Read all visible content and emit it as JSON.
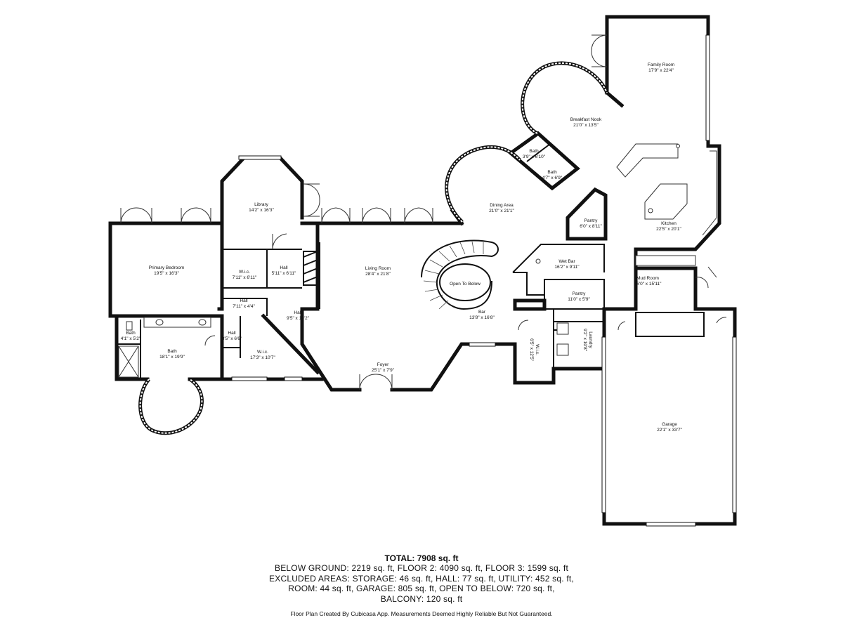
{
  "rooms": {
    "family_room": {
      "name": "Family Room",
      "dim": "17'9\" x 22'4\""
    },
    "breakfast_nook": {
      "name": "Breakfast Nook",
      "dim": "21'0\" x 13'5\""
    },
    "bath_a": {
      "name": "Bath",
      "dim": "3'9\" x 6'10\""
    },
    "bath_b": {
      "name": "Bath",
      "dim": "4'7\" x 6'9\""
    },
    "library": {
      "name": "Library",
      "dim": "14'2\" x 16'3\""
    },
    "dining_area": {
      "name": "Dining Area",
      "dim": "21'0\" x 21'1\""
    },
    "pantry_a": {
      "name": "Pantry",
      "dim": "6'0\" x 8'11\""
    },
    "kitchen": {
      "name": "Kitchen",
      "dim": "22'5\" x 20'1\""
    },
    "primary_bedroom": {
      "name": "Primary Bedroom",
      "dim": "19'5\" x 16'3\""
    },
    "wic_a": {
      "name": "W.i.c.",
      "dim": "7'11\" x 6'11\""
    },
    "hall_a": {
      "name": "Hall",
      "dim": "5'11\" x 6'11\""
    },
    "living_room": {
      "name": "Living Room",
      "dim": "28'4\" x 21'8\""
    },
    "open_below": {
      "name": "Open To Below",
      "dim": ""
    },
    "wet_bar": {
      "name": "Wet Bar",
      "dim": "16'2\" x 9'11\""
    },
    "mud_room": {
      "name": "Mud Room",
      "dim": "16'0\" x 15'11\""
    },
    "pantry_b": {
      "name": "Pantry",
      "dim": "11'0\" x 5'9\""
    },
    "hall_b": {
      "name": "Hall",
      "dim": "7'11\" x 4'4\""
    },
    "hall_c": {
      "name": "Hall",
      "dim": "9'5\" x 10'2\""
    },
    "bar": {
      "name": "Bar",
      "dim": "13'8\" x 16'8\""
    },
    "bath_c": {
      "name": "Bath",
      "dim": "4'1\" x 5'2\""
    },
    "hall_d": {
      "name": "Hall",
      "dim": "3'5\" x 6'6\""
    },
    "bath_primary": {
      "name": "Bath",
      "dim": "18'1\" x 19'9\""
    },
    "wic_b": {
      "name": "W.i.c.",
      "dim": "17'3\" x 10'7\""
    },
    "wic_c": {
      "name": "W.i.c.",
      "dim": "6'5\" x 12'5\""
    },
    "laundry": {
      "name": "Laundry",
      "dim": "9'2\" x 10'8\""
    },
    "foyer": {
      "name": "Foyer",
      "dim": "25'1\" x 7'9\""
    },
    "garage": {
      "name": "Garage",
      "dim": "22'1\" x 33'7\""
    }
  },
  "summary": {
    "total": "TOTAL: 7908 sq. ft",
    "lines": [
      "BELOW GROUND: 2219 sq. ft, FLOOR 2: 4090 sq. ft, FLOOR 3: 1599 sq. ft",
      "EXCLUDED AREAS: STORAGE: 46 sq. ft, HALL: 77 sq. ft, UTILITY: 452 sq. ft,",
      "ROOM: 44 sq. ft, GARAGE: 805 sq. ft, OPEN TO BELOW: 720 sq. ft,",
      "BALCONY: 120 sq. ft"
    ]
  },
  "credit": "Floor Plan Created By Cubicasa App. Measurements Deemed Highly Reliable But Not Guaranteed."
}
